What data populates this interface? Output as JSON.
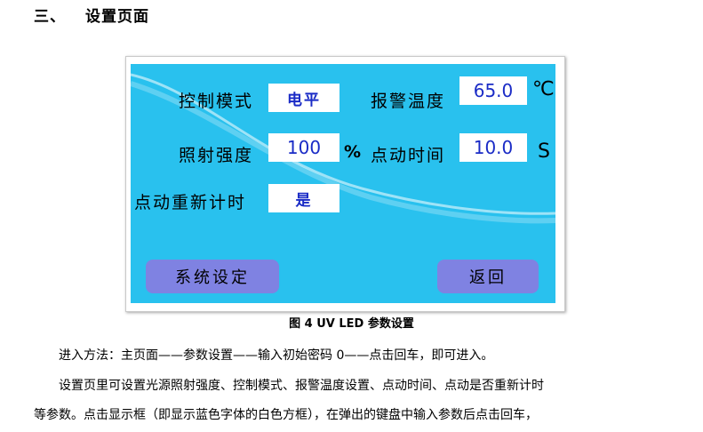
{
  "heading": {
    "number": "三、",
    "title": "设置页面"
  },
  "panel": {
    "control_mode": {
      "label": "控制模式",
      "value": "电平"
    },
    "alarm_temp": {
      "label": "报警温度",
      "value": "65.0",
      "unit": "℃"
    },
    "intensity": {
      "label": "照射强度",
      "value": "100",
      "unit": "%"
    },
    "jog_time": {
      "label": "点动时间",
      "value": "10.0",
      "unit": "S"
    },
    "jog_reset": {
      "label": "点动重新计时",
      "value": "是"
    },
    "buttons": {
      "system_settings": "系统设定",
      "back": "返回"
    },
    "colors": {
      "screen_bg": "#29c1ee",
      "button_bg": "#7f82e2",
      "value_text": "#1a2bc6"
    }
  },
  "caption": "图 4 UV LED 参数设置",
  "paragraphs": [
    "进入方法：主页面——参数设置——输入初始密码 0——点击回车，即可进入。",
    "设置页里可设置光源照射强度、控制模式、报警温度设置、点动时间、点动是否重新计时",
    "等参数。点击显示框（即显示蓝色字体的白色方框），在弹出的键盘中输入参数后点击回车，"
  ]
}
